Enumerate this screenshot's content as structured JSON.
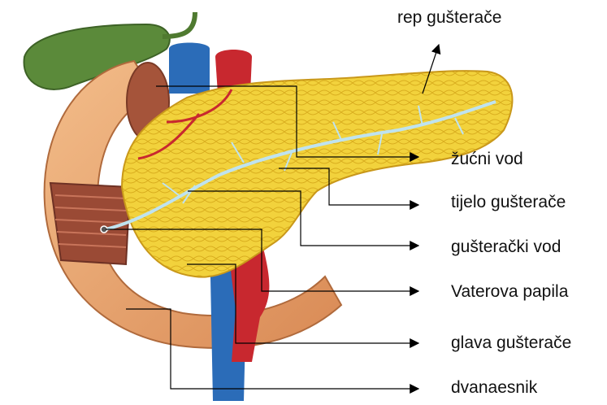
{
  "labels": [
    "rep gušterače",
    "žućni vod",
    "tijelo gušterače",
    "gušterački vod",
    "Vaterova papila",
    "glava gušterače",
    "dvanaesnik"
  ],
  "colors": {
    "pancreas": "#f2d23c",
    "pancreas_dark": "#d9ad1e",
    "duodenum": "#e9a66d",
    "duodenum_dark": "#c9794a",
    "gallbladder": "#5b8a3a",
    "vein": "#2b6cb8",
    "artery": "#c8282f",
    "duct": "#bfe3ef",
    "leader_line": "#000000"
  },
  "icons": [
    "gallbladder-shape",
    "pancreas-shape",
    "duodenum-shape",
    "blood-vessels",
    "pointer-arrow"
  ]
}
